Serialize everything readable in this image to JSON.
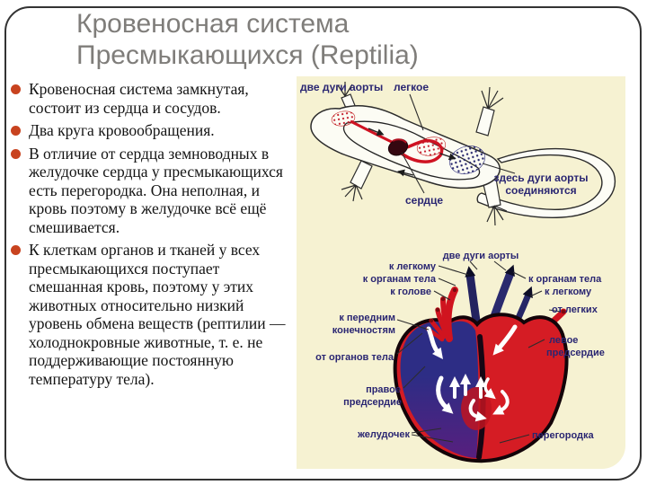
{
  "slide": {
    "title": {
      "line1": "Кровеносная система",
      "line2": "Пресмыкающихся (Reptilia)"
    },
    "bullets": [
      "Кровеносная система замкнутая, состоит из сердца и сосудов.",
      "Два круга кровообращения.",
      "В отличие от сердца земноводных в желудочке сердца у пресмыкающихся есть перегородка. Она неполная, и кровь поэтому в желудочке всё ещё смешивается.",
      "К клеткам органов и тканей у всех пресмыкающихся поступает смешанная кровь, поэтому у этих животных относительно низкий уровень обмена веществ (рептилии — холоднокровные животные, т. е. не поддерживающие постоянную температуру тела)."
    ],
    "figure": {
      "lizard": {
        "label_two_arches": "две дуги аорты",
        "label_lung": "легкое",
        "label_heart": "сердце",
        "label_join_line1": "здесь дуги аорты",
        "label_join_line2": "соединяются"
      },
      "heart": {
        "label_top": "две дуги аорты",
        "left": [
          "к легкому",
          "к органам тела",
          "к голове",
          "к передним",
          "конечностям",
          "от органов тела",
          "правое",
          "предсердие",
          "желудочек"
        ],
        "right": [
          "к органам тела",
          "к легкому",
          "от легких",
          "левое",
          "предсердие",
          "перегородка"
        ]
      }
    },
    "colors": {
      "bullet": "#c8431f",
      "title_gray": "#7f7d7a",
      "label_navy": "#2a2672",
      "figure_background": "#f6f2d2",
      "heart_red": "#d51c24",
      "heart_blue": "#2d2d85",
      "frame_border": "#333333"
    }
  }
}
